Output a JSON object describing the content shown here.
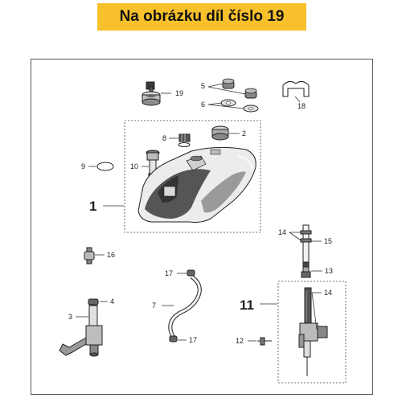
{
  "banner": {
    "text": "Na obrázku díl číslo 19",
    "color": "#f8c12c"
  },
  "diagram": {
    "callouts": {
      "c1": "1",
      "c2": "2",
      "c3": "3",
      "c4": "4",
      "c5": "5",
      "c6": "6",
      "c7": "7",
      "c8": "8",
      "c9": "9",
      "c10": "10",
      "c11": "11",
      "c12": "12",
      "c13": "13",
      "c14a": "14",
      "c14b": "14",
      "c15": "15",
      "c16": "16",
      "c17a": "17",
      "c17b": "17",
      "c18": "18",
      "c19": "19"
    }
  }
}
